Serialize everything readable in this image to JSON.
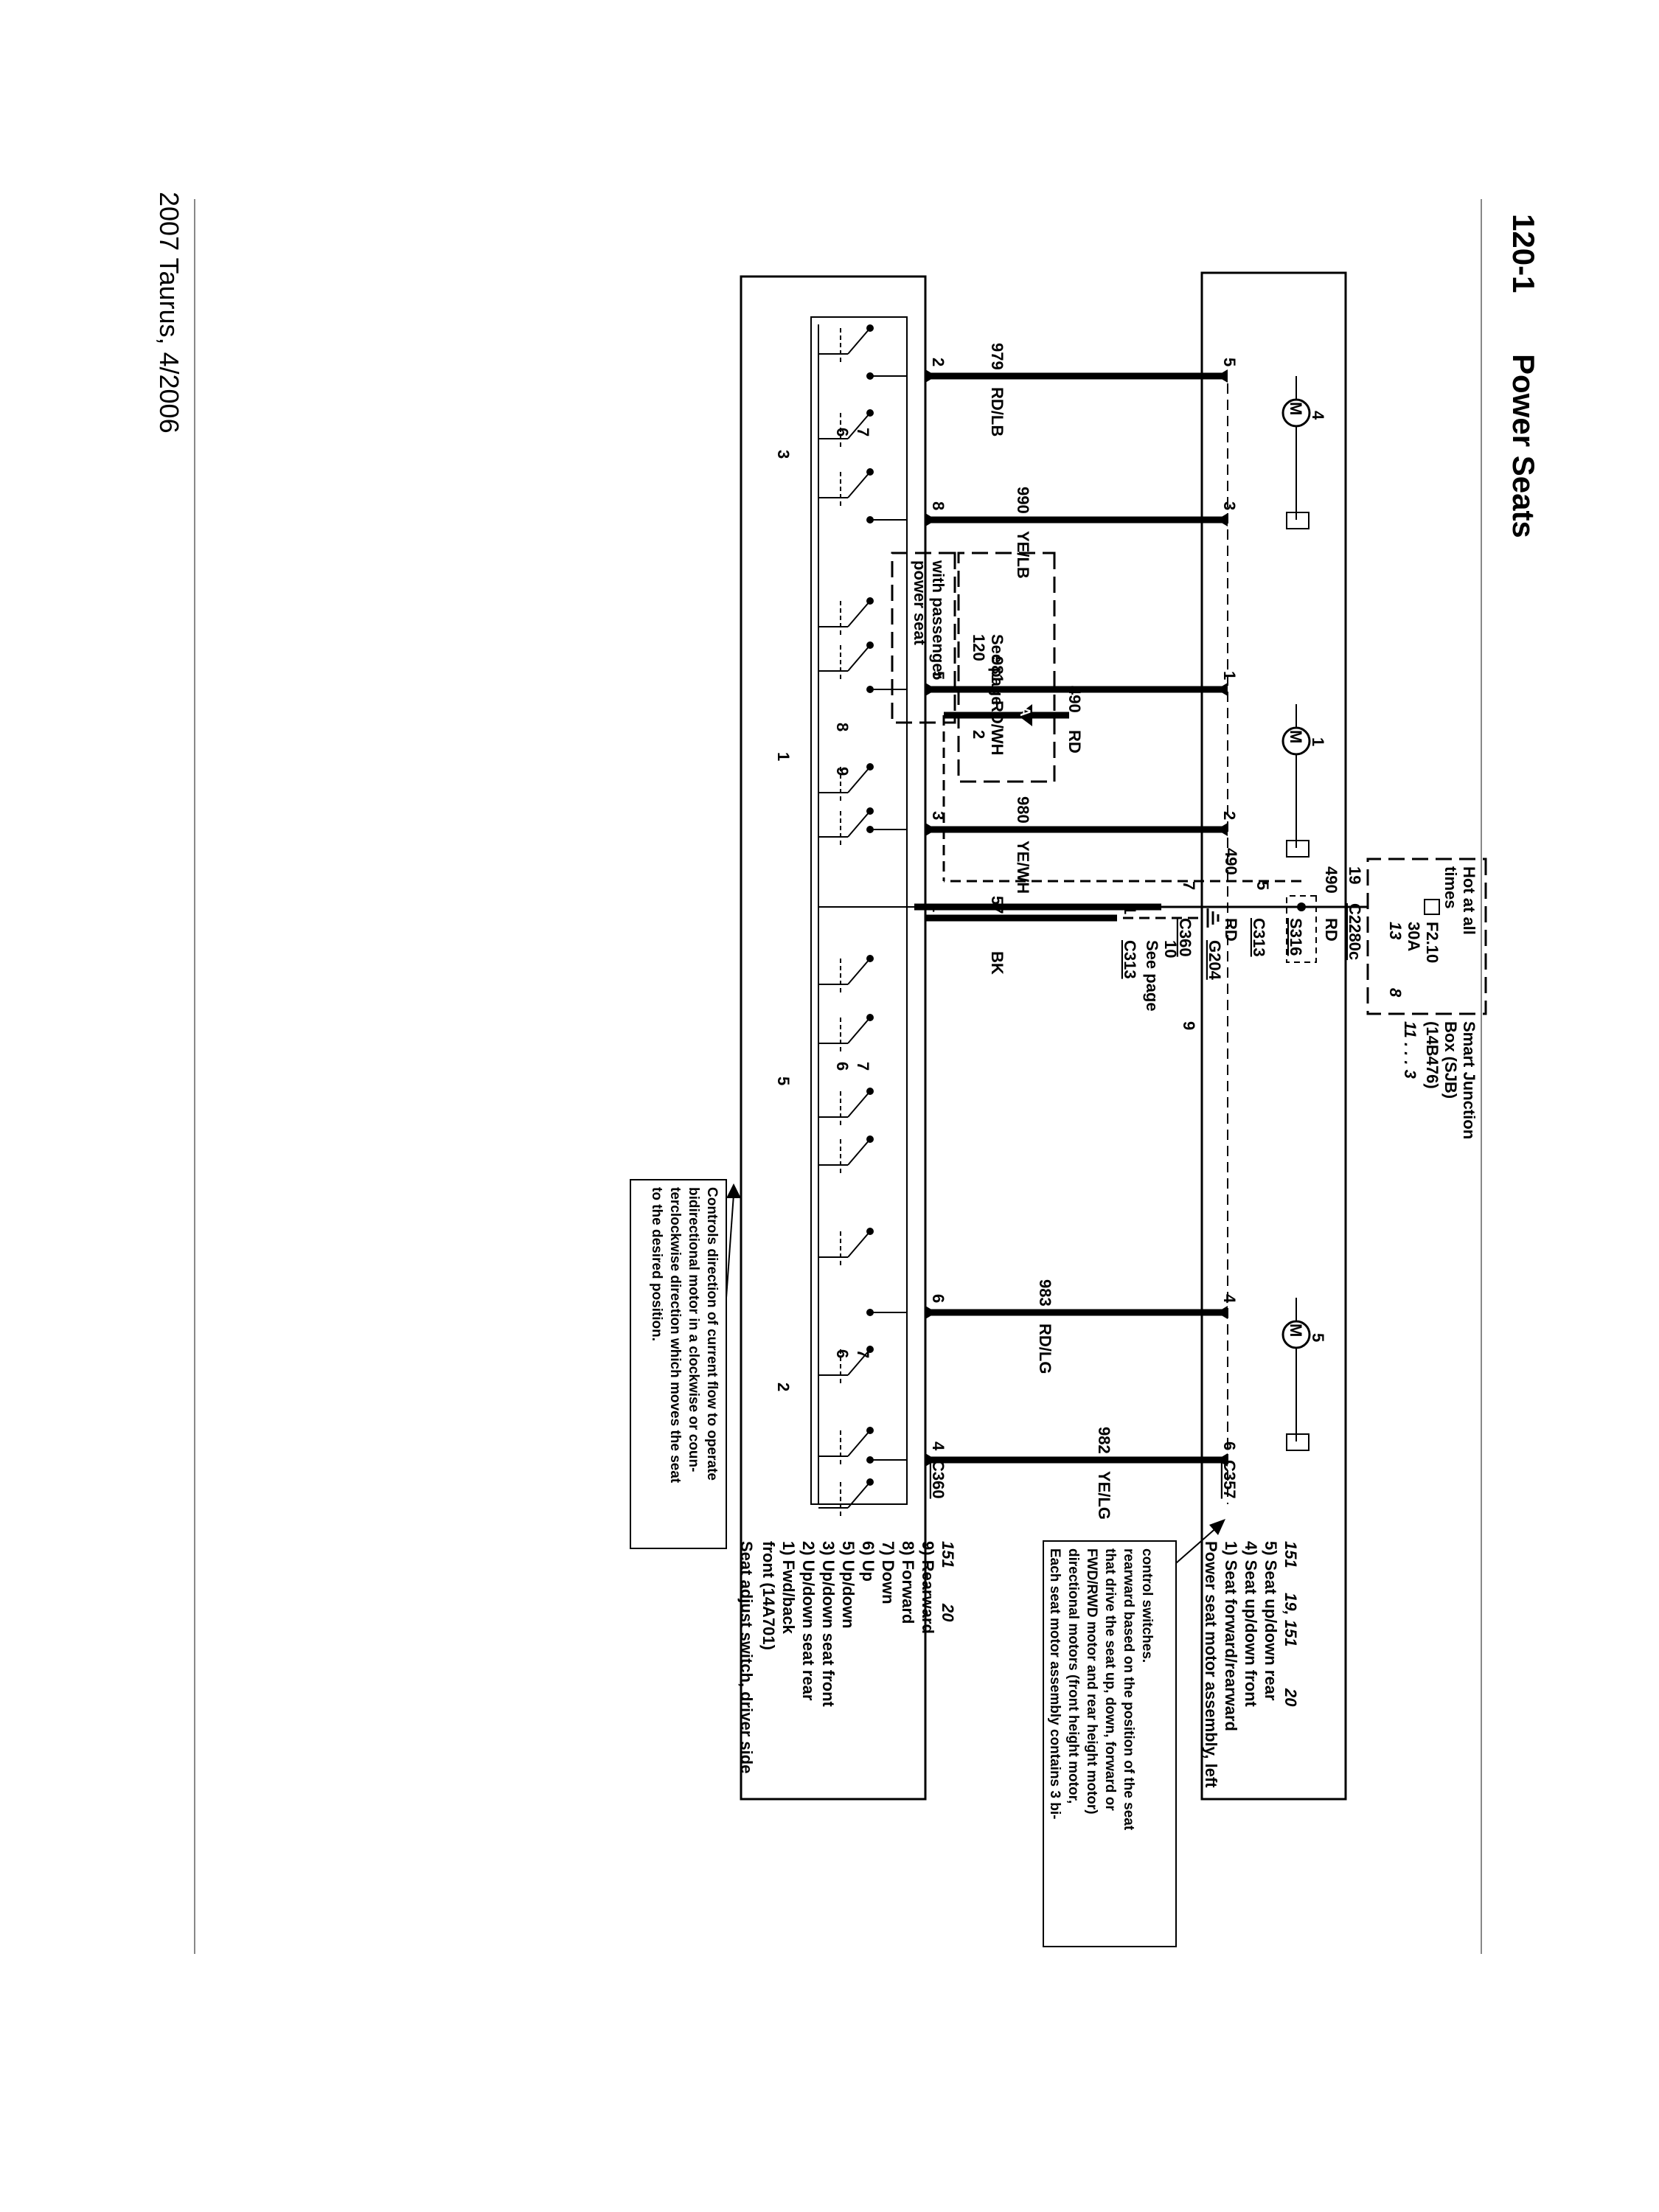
{
  "page": {
    "section": "120-1",
    "title": "Power Seats",
    "footer": "2007 Taurus, 4/2006"
  },
  "sjb": {
    "label1": "Hot at all",
    "label2": "times",
    "name1": "Smart Junction",
    "name2": "Box (SJB)",
    "name3": "(14B476)",
    "ref": "11 . . . 3",
    "fuse": "F2.10",
    "amps": "30A",
    "pin_a": "13",
    "pin_b": "8",
    "conn_pin": "19",
    "conn": "C2280c"
  },
  "power_feed": {
    "circuit_top": "490",
    "color_top": "RD",
    "splice": "S316",
    "circuit": "490",
    "color": "RD",
    "c313_pin": "5",
    "c313": "C313",
    "c360_pin": "7",
    "c360": "C360"
  },
  "passenger": {
    "circuit": "490",
    "color": "RD",
    "marker": "A",
    "see": "See page",
    "page_no": "120",
    "page_sub": "2",
    "note1": "with passenger",
    "note2": "power seat"
  },
  "ground": {
    "circuit": "57",
    "color": "BK",
    "pin_sw": "1",
    "pin_c313": "1",
    "c313": "C313",
    "see": "See page",
    "page_no": "10",
    "page_sub": "9",
    "g": "G204"
  },
  "wires": [
    {
      "circuit": "979",
      "color": "RD/LB",
      "sw_pin": "2",
      "motor_pin": "5"
    },
    {
      "circuit": "990",
      "color": "YE/LB",
      "sw_pin": "8",
      "motor_pin": "3"
    },
    {
      "circuit": "981",
      "color": "RD/WH",
      "sw_pin": "5",
      "motor_pin": "1"
    },
    {
      "circuit": "980",
      "color": "YE/WH",
      "sw_pin": "3",
      "motor_pin": "2"
    },
    {
      "circuit": "983",
      "color": "RD/LG",
      "sw_pin": "6",
      "motor_pin": "4"
    },
    {
      "circuit": "982",
      "color": "YE/LG",
      "sw_pin": "4",
      "motor_pin": "6"
    }
  ],
  "switch_labels": {
    "g1_a": "6",
    "g1_b": "7",
    "g1_c": "3",
    "g2_a": "8",
    "g2_b": "9",
    "g2_c": "1",
    "g3_a": "6",
    "g3_b": "7",
    "g3_c": "5",
    "g4_a": "6",
    "g4_b": "7",
    "g4_c": "2",
    "conn": "C360"
  },
  "motors": {
    "symbol": "M",
    "m1": "4",
    "m2": "1",
    "m3": "5",
    "conn": "C357"
  },
  "switch_legend": {
    "title1": "Seat adjust switch, driver side",
    "title2": "front (14A701)",
    "items": [
      "1) Fwd/back",
      "2) Up/down seat rear",
      "3) Up/down seat front",
      "5) Up/down",
      "6) Up",
      "7) Down",
      "8) Forward",
      "9) Rearward"
    ],
    "ref_a": "151",
    "ref_b": "20"
  },
  "motor_legend": {
    "title": "Power seat motor assembly, left",
    "items": [
      "1) Seat forward/rearward",
      "4) Seat up/down front",
      "5) Seat up/down rear"
    ],
    "ref_a": "151",
    "ref_b": "19, 151",
    "ref_c": "20"
  },
  "note_switch": [
    "Controls direction of current flow to operate",
    "bidirectional motor in a clockwise or coun-",
    "terclockwise direction which moves the seat",
    "to the desired position."
  ],
  "note_motor": [
    "Each seat motor assembly contains 3 bi-",
    "directional motors (front height motor,",
    "FWD/RWD motor and rear height motor)",
    "that drive the seat up, down, forward or",
    "rearward based on the position of the seat",
    "control switches."
  ]
}
